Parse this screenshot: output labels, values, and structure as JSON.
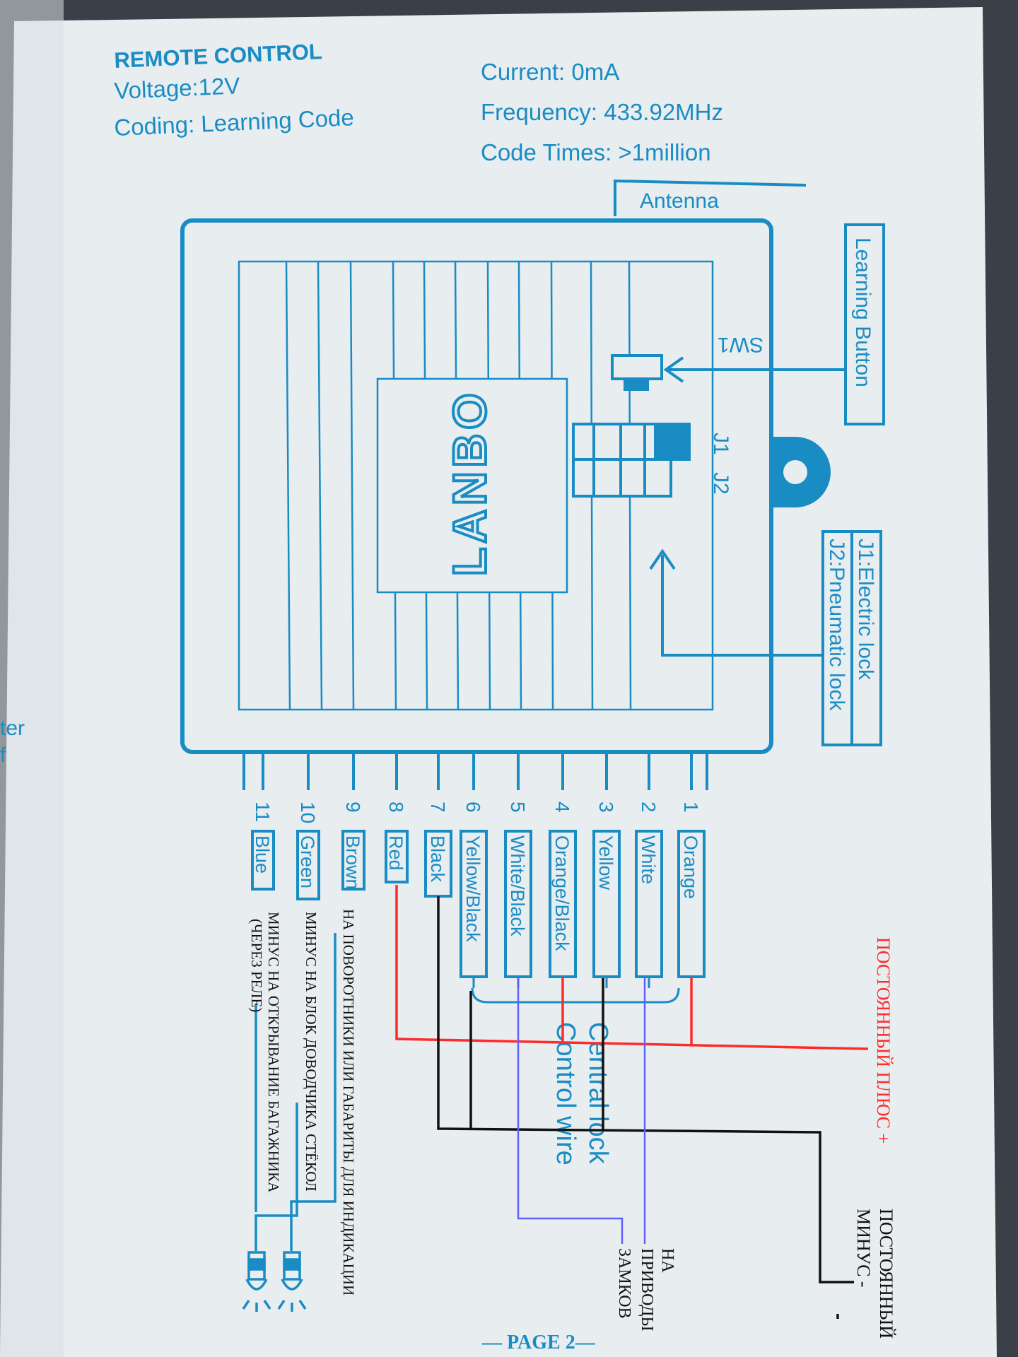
{
  "header": {
    "title": "REMOTE CONTROL",
    "voltage": "Voltage:12V",
    "coding": "Coding: Learning Code",
    "current": "Current: 0mA",
    "frequency": "Frequency: 433.92MHz",
    "code_times": "Code Times: >1million"
  },
  "diagram": {
    "antenna": "Antenna",
    "brand": "LANBO",
    "sw1": "SW1",
    "j1": "J1",
    "j2": "J2",
    "learning_button": "Learning Button",
    "lock_line1": "J1:Electric lock",
    "lock_line2": "J2:Pneumatic lock",
    "central_lock_line1": "Central lock",
    "central_lock_line2": "Control wire"
  },
  "wires": [
    {
      "num": "1",
      "label": "Orange"
    },
    {
      "num": "2",
      "label": "White"
    },
    {
      "num": "3",
      "label": "Yellow"
    },
    {
      "num": "4",
      "label": "Orange/Black"
    },
    {
      "num": "5",
      "label": "White/Black"
    },
    {
      "num": "6",
      "label": "Yellow/Black"
    },
    {
      "num": "7",
      "label": "Black"
    },
    {
      "num": "8",
      "label": "Red"
    },
    {
      "num": "9",
      "label": "Brown"
    },
    {
      "num": "10",
      "label": "Green"
    },
    {
      "num": "11",
      "label": "Blue"
    }
  ],
  "annotations": {
    "plus": "ПОСТОЯННЫЙ ПЛЮС +",
    "minus_l1": "ПОСТОЯННЫЙ",
    "minus_l2": "МИНУС -",
    "locks_l1": "НА",
    "locks_l2": "ПРИВОДЫ",
    "locks_l3": "ЗАМКОВ",
    "brown": "НА ПОВОРОТНИКИ ИЛИ ГАБАРИТЫ ДЛЯ ИНДИКАЦИИ",
    "green": "МИНУС НА БЛОК ДОВОДЧИКА СТЁКОЛ",
    "blue_l1": "МИНУС НА ОТКРЫВАНИЕ БАГАЖНИКА",
    "blue_l2": "(ЧЕРЕЗ РЕЛЕ)"
  },
  "margin_fragment": {
    "l1": "ter",
    "l2": "f"
  },
  "footer": {
    "page": "— PAGE 2—"
  },
  "colors": {
    "ink": "#1a8cc4",
    "paper": "#e9eef1",
    "red": "#ff2a2a",
    "black": "#111111",
    "violet": "#6060ff"
  }
}
